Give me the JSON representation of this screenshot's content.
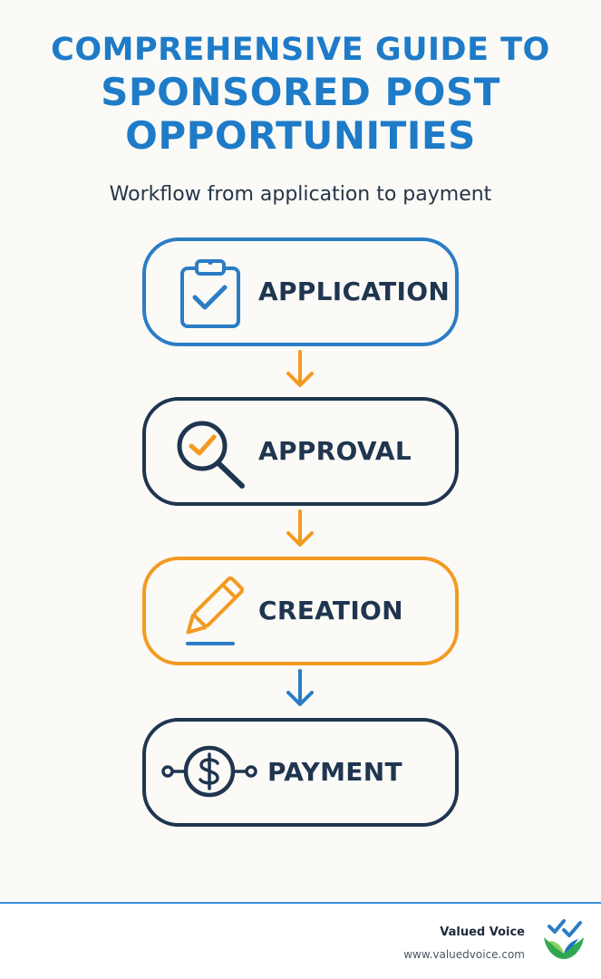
{
  "header": {
    "title_line1": "COMPREHENSIVE GUIDE TO",
    "title_line2": "SPONSORED POST",
    "title_line3": "OPPORTUNITIES",
    "subtitle": "Workflow from application to payment"
  },
  "steps": [
    {
      "label": "APPLICATION",
      "icon": "clipboard-check-icon",
      "color": "#2b7dc5"
    },
    {
      "label": "APPROVAL",
      "icon": "magnifier-check-icon",
      "color": "#1f3550"
    },
    {
      "label": "CREATION",
      "icon": "pencil-icon",
      "color": "#f39a21"
    },
    {
      "label": "PAYMENT",
      "icon": "dollar-coin-icon",
      "color": "#1f3550"
    }
  ],
  "arrows": [
    {
      "icon": "arrow-down-icon",
      "color": "#f39a21"
    },
    {
      "icon": "arrow-down-icon",
      "color": "#f39a21"
    },
    {
      "icon": "arrow-down-icon",
      "color": "#2b7dc5"
    }
  ],
  "footer": {
    "brand_name": "Valued Voice",
    "brand_url": "www.valuedvoice.com",
    "logo_icon": "valued-voice-logo-icon"
  },
  "colors": {
    "title": "#1e7bc8",
    "dark": "#1f3550",
    "orange": "#f39a21",
    "blue": "#2b7dc5",
    "background": "#fbfaf6"
  }
}
